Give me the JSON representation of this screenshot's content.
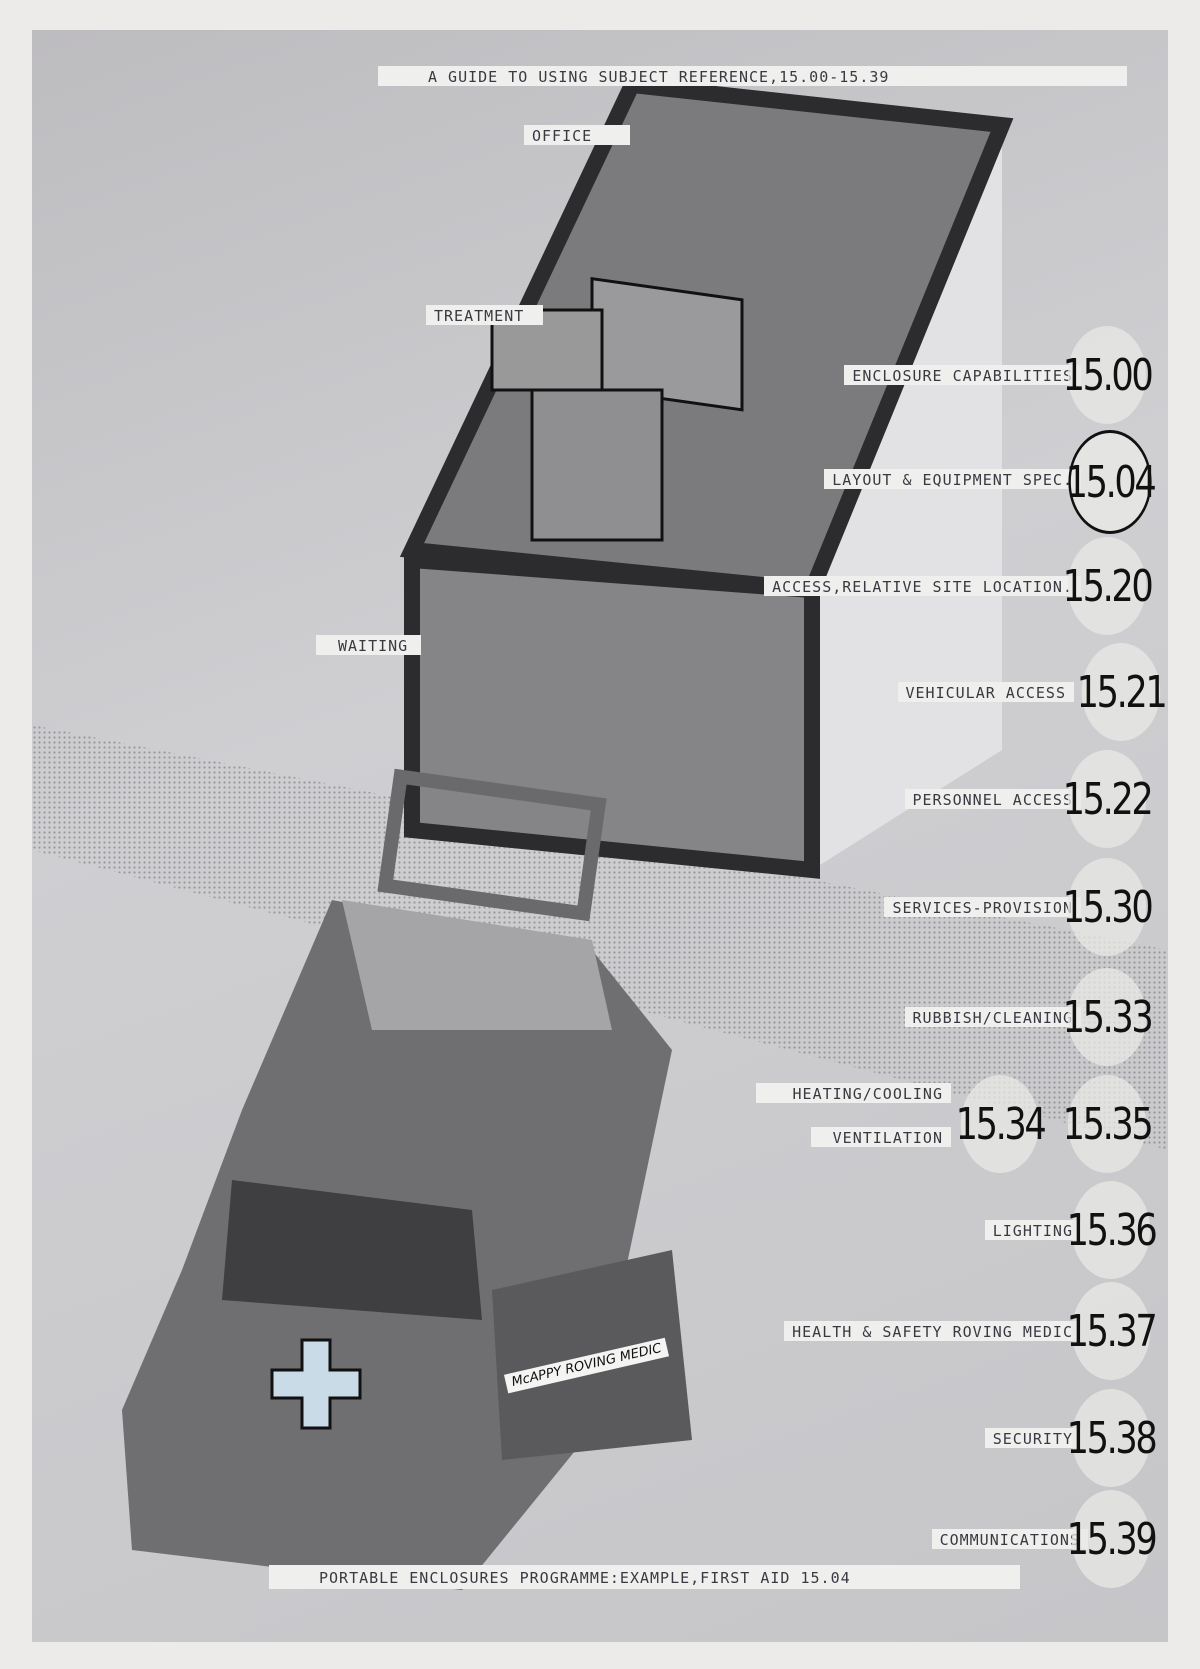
{
  "title": "A GUIDE TO USING SUBJECT REFERENCE,15.00-15.39",
  "room_labels": {
    "office": "OFFICE",
    "treatment": "TREATMENT",
    "waiting": "WAITING"
  },
  "references": [
    {
      "label": "ENCLOSURE CAPABILITIES",
      "code": "15.00"
    },
    {
      "label": "LAYOUT & EQUIPMENT SPEC.",
      "code": "15.04",
      "circled": true
    },
    {
      "label": "ACCESS,RELATIVE SITE LOCATION.",
      "code": "15.20"
    },
    {
      "label": "VEHICULAR ACCESS",
      "code": "15.21"
    },
    {
      "label": "PERSONNEL ACCESS",
      "code": "15.22"
    },
    {
      "label": "SERVICES-PROVISION",
      "code": "15.30"
    },
    {
      "label": "RUBBISH/CLEANING",
      "code": "15.33"
    },
    {
      "label": "HEATING/COOLING",
      "code": "15.34"
    },
    {
      "label": "VENTILATION",
      "code": "15.35"
    },
    {
      "label": "LIGHTING",
      "code": "15.36"
    },
    {
      "label": "HEALTH & SAFETY ROVING MEDIC",
      "code": "15.37"
    },
    {
      "label": "SECURITY",
      "code": "15.38"
    },
    {
      "label": "COMMUNICATIONS",
      "code": "15.39"
    }
  ],
  "vehicle_sign": "McAPPY ROVING MEDIC",
  "footer": "PORTABLE ENCLOSURES PROGRAMME:EXAMPLE,FIRST AID  15.04"
}
